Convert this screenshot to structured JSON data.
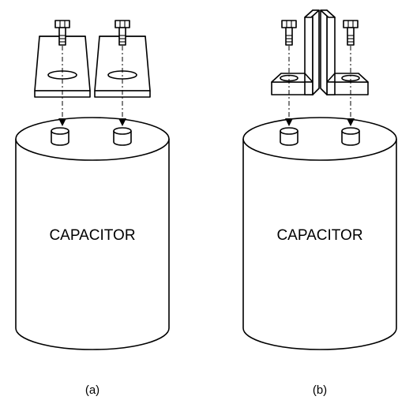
{
  "figure": {
    "panels": [
      {
        "id": "a",
        "caption": "(a)",
        "body_label": "CAPACITOR",
        "mount_type": "tapered-block"
      },
      {
        "id": "b",
        "caption": "(b)",
        "body_label": "CAPACITOR",
        "mount_type": "L-bracket"
      }
    ],
    "colors": {
      "line": "#000000",
      "background": "#ffffff"
    }
  }
}
